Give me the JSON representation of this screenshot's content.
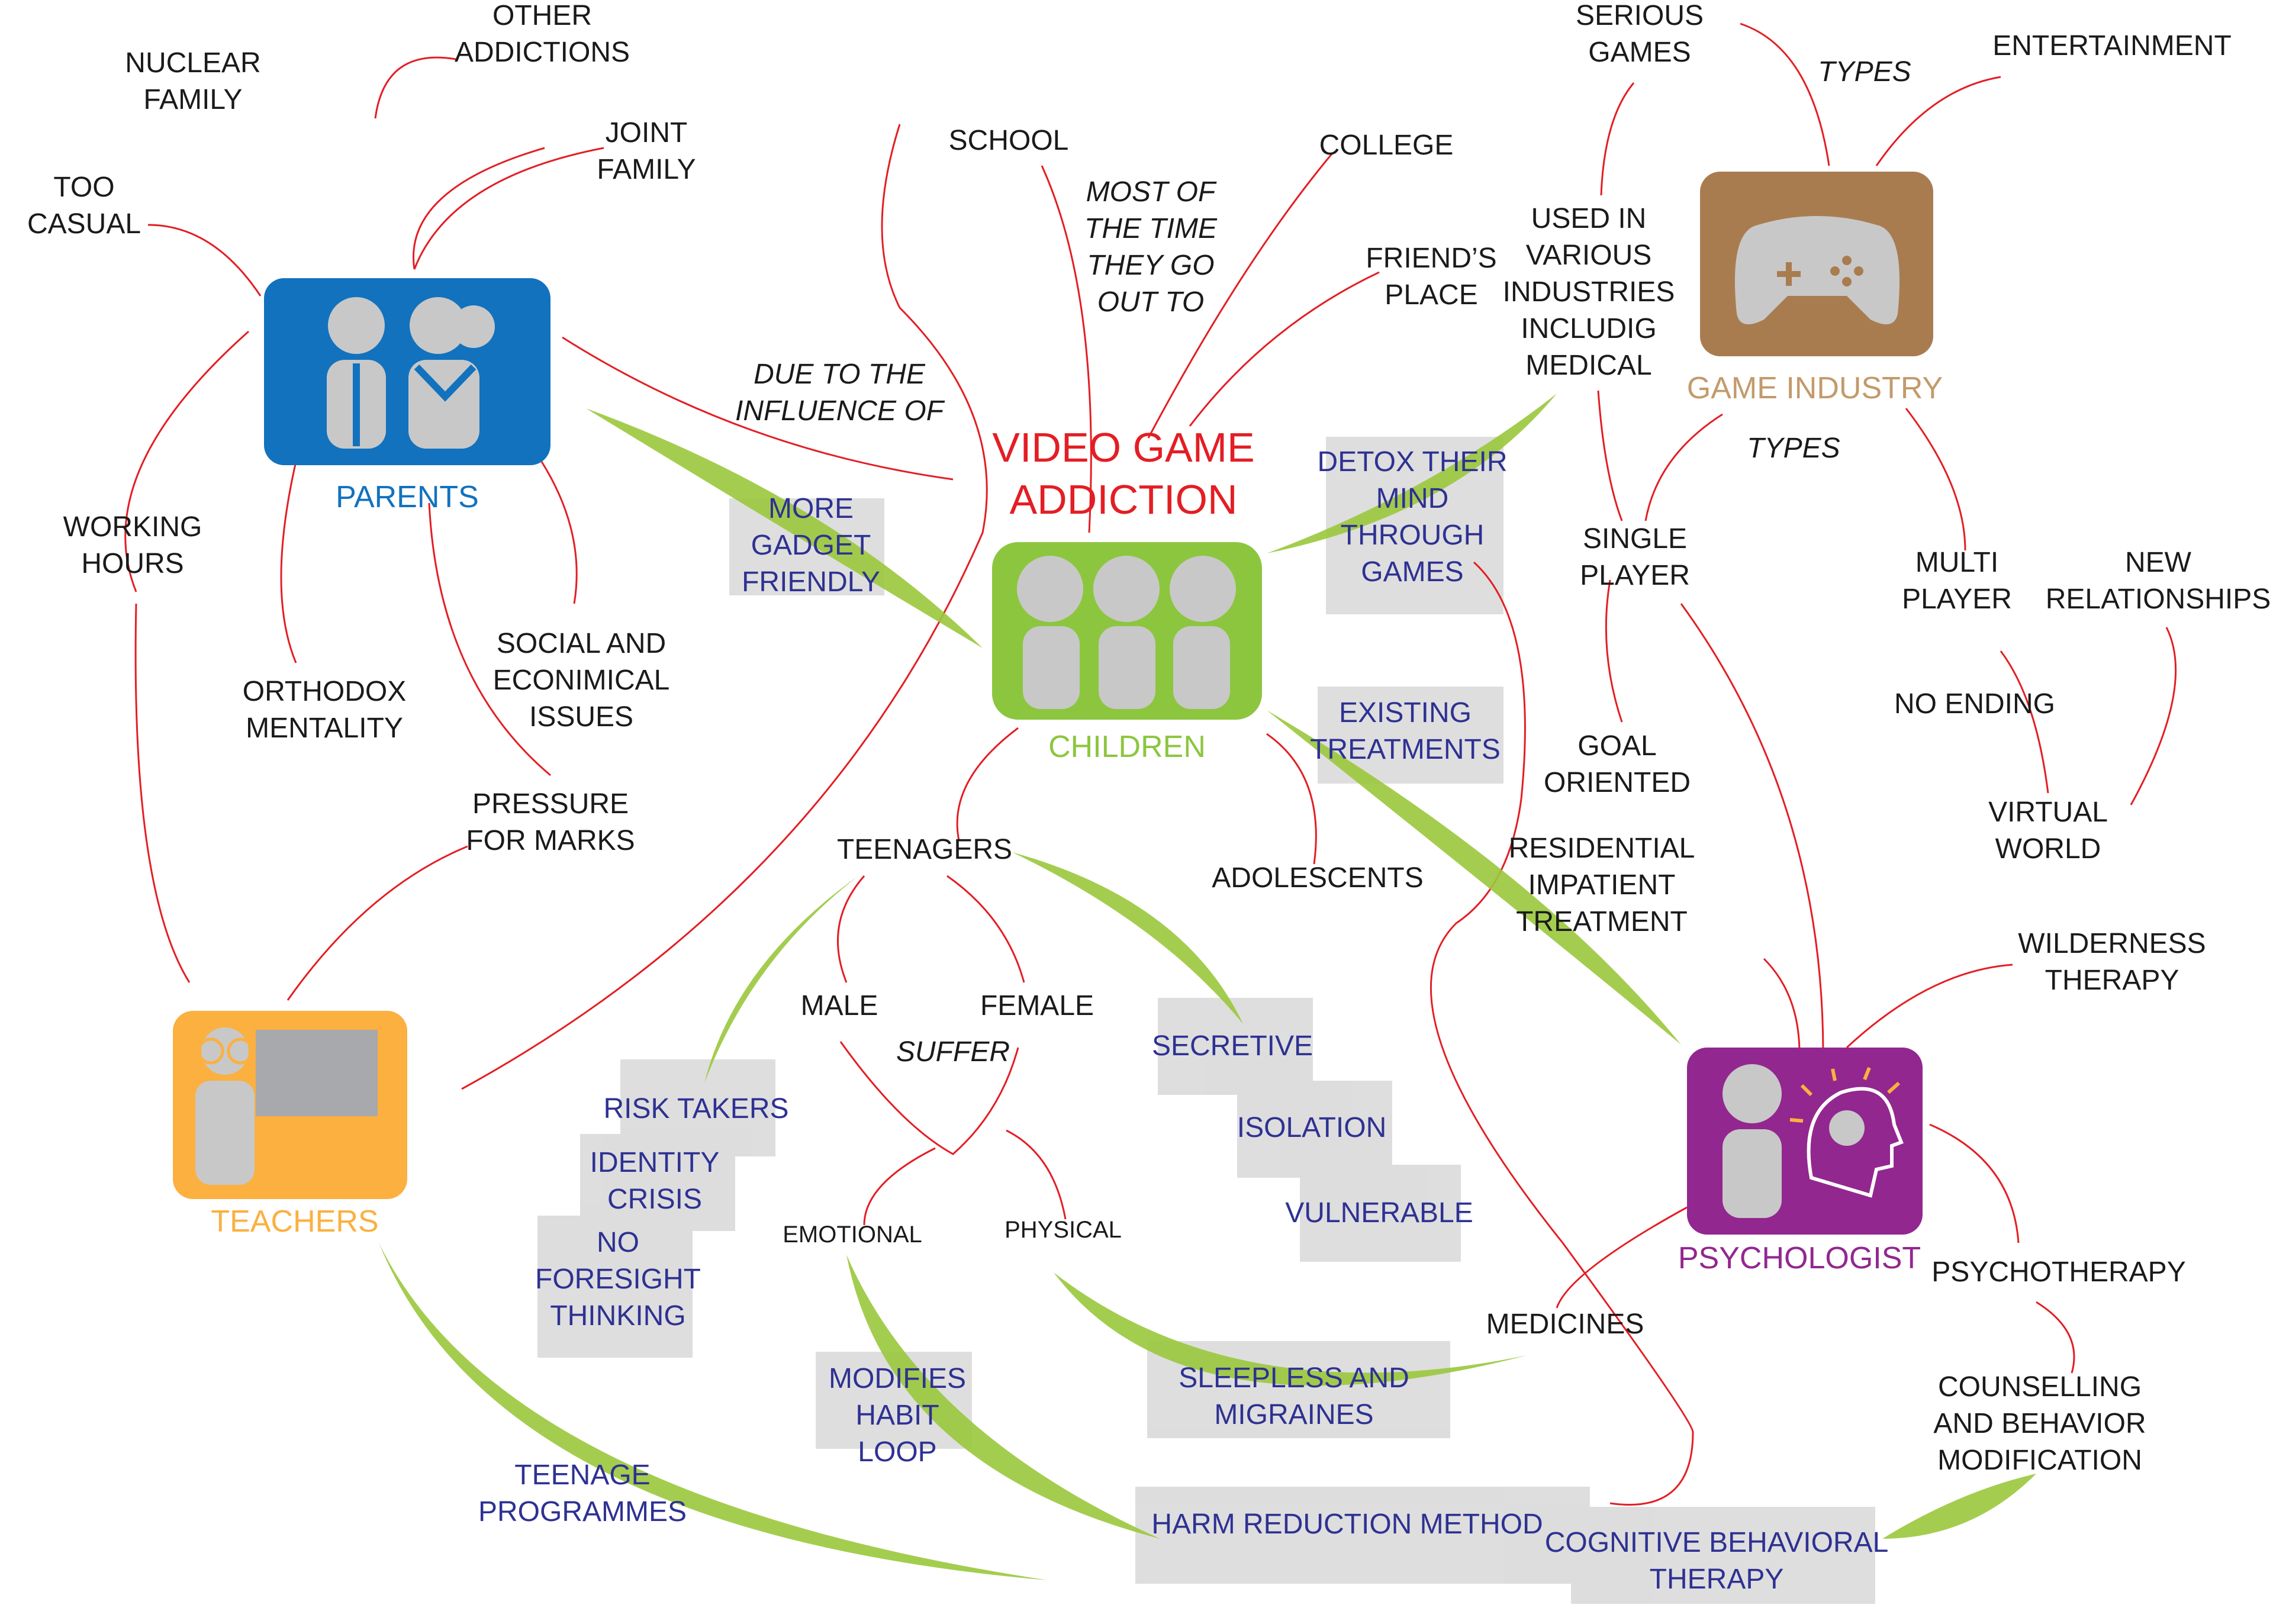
{
  "title": "VIDEO GAME\nADDICTION",
  "colors": {
    "red_line": "#e31e24",
    "green_leaf": "#9ac83c",
    "parents": "#1272be",
    "children": "#8cc63f",
    "game_industry": "#a97c50",
    "teachers": "#fbb040",
    "psychologist": "#92278f",
    "label_blue": "#2e3192",
    "gray_box": "#d8d8d8",
    "icon_gray": "#c8c8c8"
  },
  "nodes": {
    "parents": "PARENTS",
    "children": "CHILDREN",
    "game_industry": "GAME INDUSTRY",
    "teachers": "TEACHERS",
    "psychologist": "PSYCHOLOGIST"
  },
  "labels": {
    "other_addictions": "OTHER\nADDICTIONS",
    "nuclear_family": "NUCLEAR\nFAMILY",
    "joint_family": "JOINT\nFAMILY",
    "too_casual": "TOO\nCASUAL",
    "working_hours": "WORKING\nHOURS",
    "orthodox_mentality": "ORTHODOX\nMENTALITY",
    "social_issues": "SOCIAL AND\nECONIMiCAL\nISSUES",
    "pressure_for_marks": "PRESSURE\nFOR MARKS",
    "school": "SCHOOL",
    "college": "COLLEGE",
    "friends_place": "FRIEND’S\nPLACE",
    "teenagers": "TEENAGERS",
    "adolescents": "ADOLESCENTS",
    "male": "MALE",
    "female": "FEMALE",
    "emotional": "EMOTIONAL",
    "physical": "PHYSICAL",
    "serious_games": "SERIOUS\nGAMES",
    "entertainment": "ENTERTAINMENT",
    "used_in_industries": "USED IN\nVARIOUS\nINDUSTRIES\nINCLUDIG\nMEDICAL",
    "single_player": "SINGLE\nPLAYER",
    "multi_player": "MULTI\nPLAYER",
    "new_relationships": "NEW\nRELATIONSHIPS",
    "no_ending": "NO ENDING",
    "virtual_world": "VIRTUAL\nWORLD",
    "goal_oriented": "GOAL\nORIENTED",
    "residential_treatment": "RESIDENTIAL\nIMPATIENT\nTREATMENT",
    "wilderness_therapy": "WILDERNESS\nTHERAPY",
    "psychotherapy": "PSYCHOTHERAPY",
    "medicines": "MEDICINES",
    "counselling": "COUNSELLING\nAND BEHAVIOR\nMODIFICATION"
  },
  "italic_labels": {
    "due_to_influence": "DUE TO THE\nINFLUENCE OF",
    "most_of_time": "MOST OF\nTHE TIME\nTHEY GO\nOUT TO",
    "types_top": "TYPES",
    "types_mid": "TYPES",
    "suffer": "SUFFER"
  },
  "boxed_labels": {
    "more_gadget_friendly": "MORE\nGADGET\nFRIENDLY",
    "detox": "DETOX THEIR\nMIND\nTHROUGH\nGAMES",
    "existing_treatments": "EXISTING\nTREATMENTS",
    "secretive": "SECRETIVE",
    "isolation": "ISOLATION",
    "vulnerable": "VULNERABLE",
    "risk_takers": "RISK TAKERS",
    "identity_crisis": "IDENTITY\nCRISIS",
    "no_foresight": "NO\nFORESIGHT\nTHINKING",
    "modifies_habit": "MODIFIES\nHABIT\nLOOP",
    "sleepless": "SLEEPLESS AND\nMIGRAINES",
    "harm_reduction": "HARM REDUCTION METHOD",
    "cbt": "COGNITIVE BEHAVIORAL\nTHERAPY",
    "teenage_programmes": "TEENAGE\nPROGRAMMES"
  }
}
